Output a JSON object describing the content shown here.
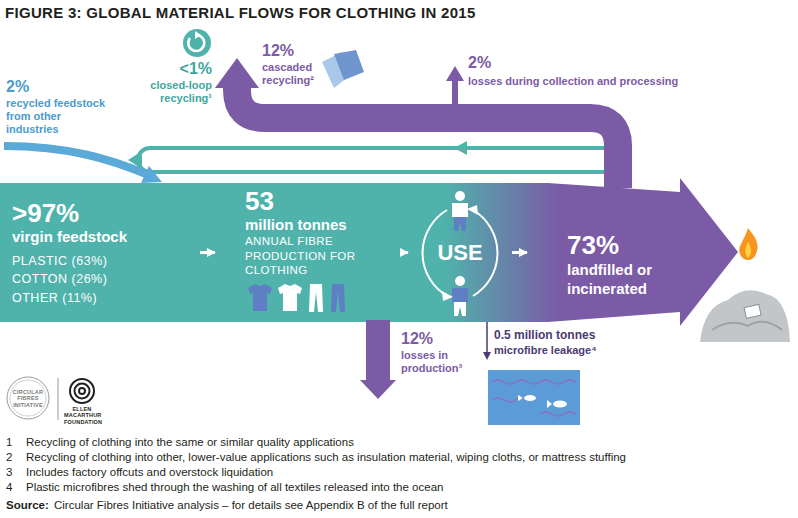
{
  "diagram": {
    "title": "FIGURE 3: GLOBAL MATERIAL FLOWS FOR CLOTHING IN 2015",
    "nodes": [
      {
        "text": [
          ">97%",
          "virgin feedstock",
          "PLASTIC (63%)",
          "COTTON (26%)",
          "OTHER (11%)"
        ]
      },
      {
        "text": [
          "53",
          "million tonnes",
          "ANNUAL FIBRE PRODUCTION FOR CLOTHING"
        ]
      },
      {
        "text": [
          "USE"
        ]
      },
      {
        "text": [
          "73%",
          "landfilled or incinerated"
        ]
      }
    ],
    "edges": [
      {
        "from": 0,
        "to": 1,
        "arrow": "to"
      },
      {
        "from": 1,
        "to": 2,
        "arrow": "to"
      },
      {
        "from": 2,
        "to": 3,
        "arrow": "to"
      }
    ],
    "labels": [
      "2%",
      "recycled feedstock from other industries",
      "<1%",
      "closed-loop recycling¹",
      "12%",
      "cascaded recycling²",
      "2%",
      "losses during collection and processing",
      "12%",
      "losses in production³",
      "0.5 million tonnes",
      "microfibre leakage⁴",
      "CIRCULAR FIBRES INITIATIVE",
      "ELLEN MACARTHUR FOUNDATION",
      "1",
      "Recycling of clothing into the same or similar quality applications",
      "2",
      "Recycling of clothing into other, lower-value applications such as insulation material, wiping cloths, or mattress stuffing",
      "3",
      "Includes factory offcuts and overstock liquidation",
      "4",
      "Plastic microfibres shed through the washing of all textiles released into the ocean",
      "Source:",
      "Circular Fibres Initiative analysis – for details see Appendix B of the full report"
    ]
  }
}
